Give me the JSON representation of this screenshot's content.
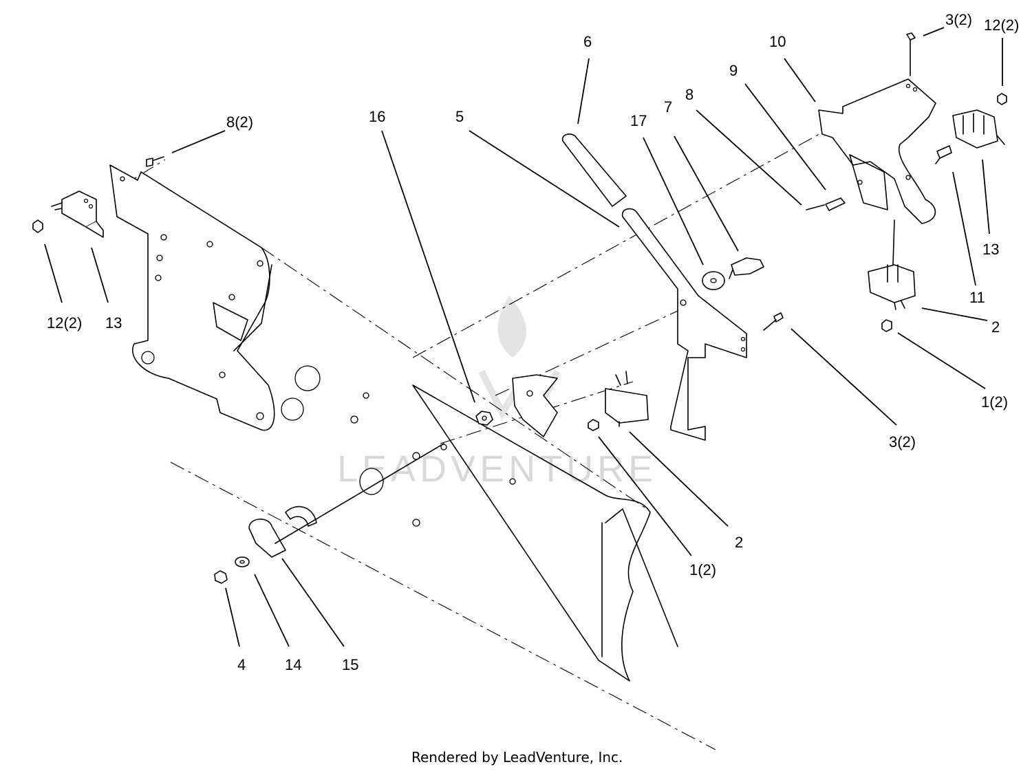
{
  "diagram": {
    "callouts": [
      {
        "id": "c-3-2-top",
        "text": "3(2)"
      },
      {
        "id": "c-12-2-right",
        "text": "12(2)"
      },
      {
        "id": "c-10",
        "text": "10"
      },
      {
        "id": "c-6",
        "text": "6"
      },
      {
        "id": "c-9",
        "text": "9"
      },
      {
        "id": "c-8",
        "text": "8"
      },
      {
        "id": "c-7",
        "text": "7"
      },
      {
        "id": "c-17",
        "text": "17"
      },
      {
        "id": "c-8-2",
        "text": "8(2)"
      },
      {
        "id": "c-16",
        "text": "16"
      },
      {
        "id": "c-5",
        "text": "5"
      },
      {
        "id": "c-13-right",
        "text": "13"
      },
      {
        "id": "c-11",
        "text": "11"
      },
      {
        "id": "c-2-right",
        "text": "2"
      },
      {
        "id": "c-1-2-right",
        "text": "1(2)"
      },
      {
        "id": "c-3-2-mid",
        "text": "3(2)"
      },
      {
        "id": "c-12-2-left",
        "text": "12(2)"
      },
      {
        "id": "c-13-left",
        "text": "13"
      },
      {
        "id": "c-2-center",
        "text": "2"
      },
      {
        "id": "c-1-2-center",
        "text": "1(2)"
      },
      {
        "id": "c-4",
        "text": "4"
      },
      {
        "id": "c-14",
        "text": "14"
      },
      {
        "id": "c-15",
        "text": "15"
      }
    ],
    "watermark": "LEADVENTURE",
    "footer": "Rendered by LeadVenture, Inc."
  }
}
